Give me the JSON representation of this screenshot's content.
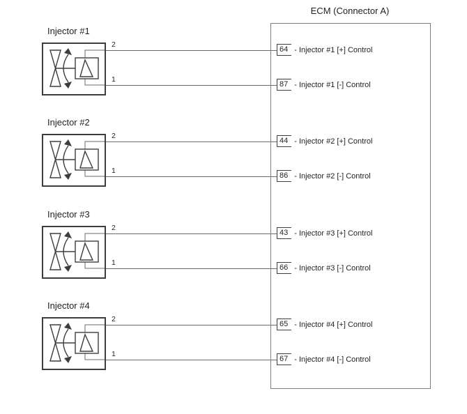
{
  "ecm": {
    "title": "ECM (Connector A)",
    "pins": [
      {
        "number": "64",
        "label": "- Injector #1 [+] Control"
      },
      {
        "number": "87",
        "label": "- Injector #1 [-] Control"
      },
      {
        "number": "44",
        "label": "- Injector #2 [+] Control"
      },
      {
        "number": "86",
        "label": "- Injector #2 [-] Control"
      },
      {
        "number": "43",
        "label": "- Injector #3 [+] Control"
      },
      {
        "number": "66",
        "label": "- Injector #3 [-] Control"
      },
      {
        "number": "65",
        "label": "- Injector #4 [+] Control"
      },
      {
        "number": "67",
        "label": "- Injector #4 [-] Control"
      }
    ]
  },
  "injectors": [
    {
      "label": "Injector #1",
      "terminal_top": "2",
      "terminal_bottom": "1",
      "pin_plus": "64",
      "pin_minus": "87"
    },
    {
      "label": "Injector #2",
      "terminal_top": "2",
      "terminal_bottom": "1",
      "pin_plus": "44",
      "pin_minus": "86"
    },
    {
      "label": "Injector #3",
      "terminal_top": "2",
      "terminal_bottom": "1",
      "pin_plus": "43",
      "pin_minus": "66"
    },
    {
      "label": "Injector #4",
      "terminal_top": "2",
      "terminal_bottom": "1",
      "pin_plus": "65",
      "pin_minus": "67"
    }
  ],
  "colors": {
    "line": "#3d3d3d",
    "wire": "#6a6a6a",
    "ecm_border": "#7e7e7e",
    "text": "#1f1f1f",
    "bg": "#ffffff"
  }
}
